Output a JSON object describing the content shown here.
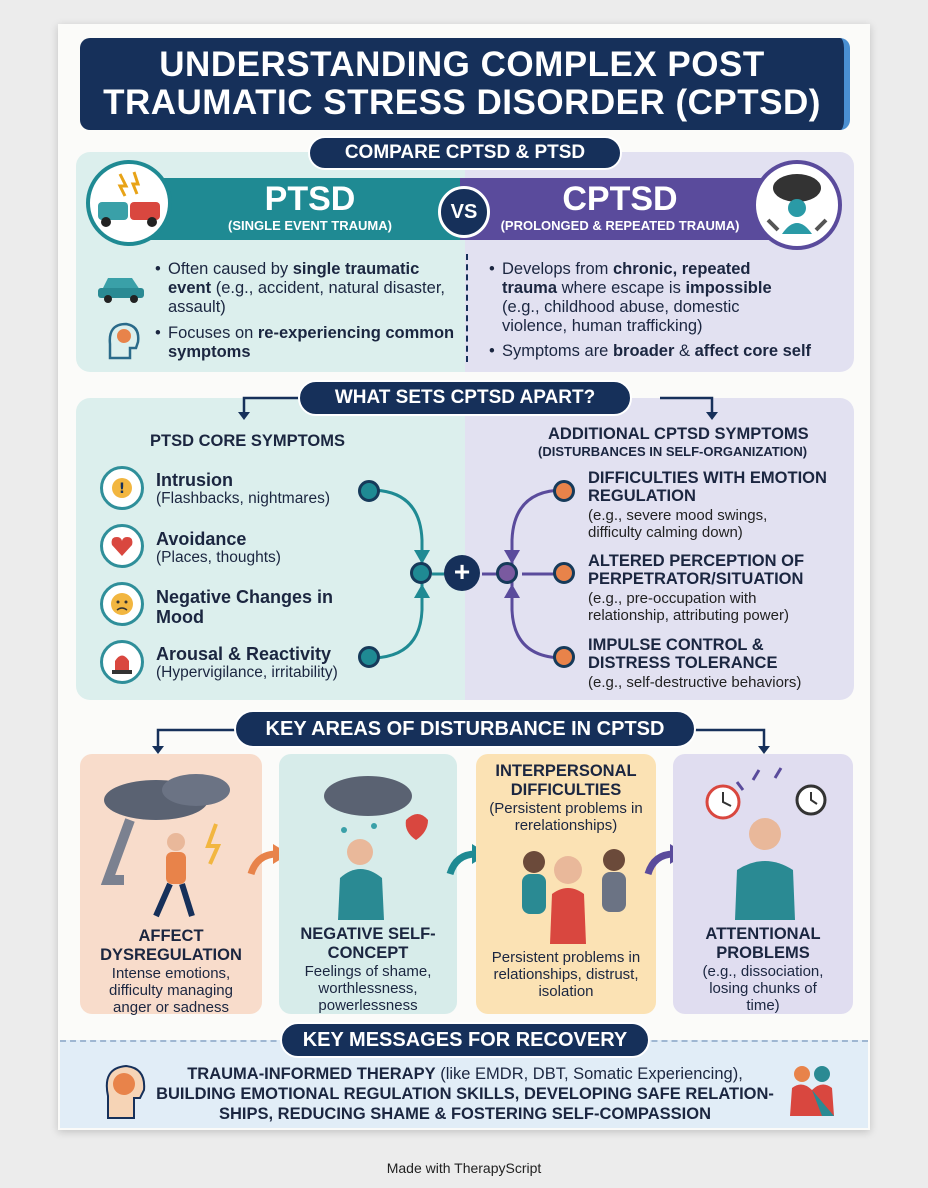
{
  "title": {
    "line1": "UNDERSTANDING COMPLEX POST",
    "line2": "TRAUMATIC STRESS DISORDER (CPTSD)"
  },
  "compare": {
    "heading": "COMPARE CPTSD & PTSD",
    "ptsd": {
      "label": "PTSD",
      "sub": "(SINGLE EVENT TRAUMA)"
    },
    "vs": "VS",
    "cptsd": {
      "label": "CPTSD",
      "sub": "(PROLONGED & REPEATED TRAUMA)"
    },
    "ptsd_b1": {
      "a": "Often caused by ",
      "b": "single traumatic event",
      "c": " (e.g., accident, natural disaster, assault)"
    },
    "ptsd_b2": {
      "a": "Focuses on ",
      "b": "re-experiencing common symptoms"
    },
    "cptsd_b1": {
      "a": "Develops from ",
      "b": "chronic, repeated trauma",
      "c": " where escape is ",
      "d": "impossible",
      "e": " (e.g., childhood abuse, domestic violence, human trafficking)"
    },
    "cptsd_b2": {
      "a": "Symptoms are ",
      "b": "broader",
      "c": " & ",
      "d": "affect core self"
    }
  },
  "apart": {
    "heading": "WHAT SETS CPTSD APART?",
    "left_title": "PTSD CORE SYMPTOMS",
    "core": [
      {
        "title": "Intrusion",
        "sub": "(Flashbacks, nightmares)"
      },
      {
        "title": "Avoidance",
        "sub": "(Places, thoughts)"
      },
      {
        "title": "Negative Changes in Mood",
        "sub": ""
      },
      {
        "title": "Arousal & Reactivity",
        "sub": "(Hypervigilance, irritability)"
      }
    ],
    "right_title": "ADDITIONAL CPTSD SYMPTOMS",
    "right_sub": "(DISTURBANCES IN SELF-ORGANIZATION)",
    "additional": [
      {
        "title": "DIFFICULTIES WITH EMOTION REGULATION",
        "sub": "(e.g., severe mood swings, difficulty calming down)"
      },
      {
        "title": "ALTERED PERCEPTION OF PERPETRATOR/SITUATION",
        "sub": "(e.g., pre-occupation with relationship, attributing power)"
      },
      {
        "title": "IMPULSE CONTROL & DISTRESS TOLERANCE",
        "sub": "(e.g., self-destructive behaviors)"
      }
    ],
    "plus": "+"
  },
  "areas": {
    "heading": "KEY AREAS OF DISTURBANCE IN CPTSD",
    "cards": [
      {
        "title": "AFFECT DYSREGULATION",
        "desc": "Intense emotions, difficulty managing anger or sadness"
      },
      {
        "title": "NEGATIVE SELF-CONCEPT",
        "desc": "Feelings of shame, worthlessness, powerlessness"
      },
      {
        "title": "INTERPERSONAL DIFFICULTIES",
        "sub": "(Persistent problems in rerelationships)",
        "desc": "Persistent problems in relationships, distrust, isolation"
      },
      {
        "title": "ATTENTIONAL PROBLEMS",
        "desc": "(e.g., dissociation, losing chunks of time)"
      }
    ]
  },
  "recovery": {
    "heading": "KEY MESSAGES FOR RECOVERY",
    "l1a": "TRAUMA-INFORMED THERAPY",
    "l1b": " (like EMDR, DBT, Somatic Experiencing),",
    "l2": "BUILDING EMOTIONAL REGULATION SKILLS, DEVELOPING SAFE RELATION-",
    "l3": "SHIPS, REDUCING SHAME & FOSTERING SELF-COMPASSION"
  },
  "footer": "Made with TherapyScript",
  "colors": {
    "navy": "#16305a",
    "teal": "#1f8a93",
    "purple": "#5a4b9c",
    "orange": "#e8834a"
  }
}
